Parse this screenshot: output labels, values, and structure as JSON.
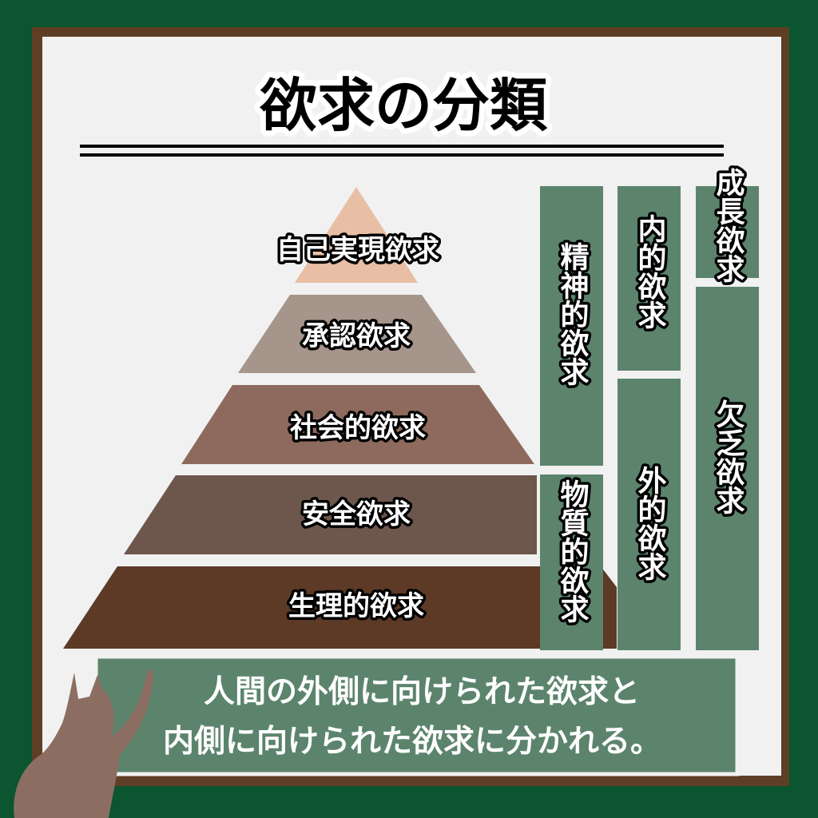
{
  "title": "欲求の分類",
  "pyramid": [
    {
      "label": "自己実現欲求",
      "color": "#e8bfa4"
    },
    {
      "label": "承認欲求",
      "color": "#a6958b"
    },
    {
      "label": "社会的欲求",
      "color": "#8d6a5d"
    },
    {
      "label": "安全欲求",
      "color": "#6d564c"
    },
    {
      "label": "生理的欲求",
      "color": "#5c3a26"
    }
  ],
  "columns": {
    "mental": "精神的欲求",
    "material": "物質的欲求",
    "internal": "内的欲求",
    "external": "外的欲求",
    "growth": "成長欲求",
    "deficiency": "欠乏欲求"
  },
  "caption": {
    "line1": "人間の外側に向けられた欲求と",
    "line2": "内側に向けられた欲求に分かれる。"
  },
  "colors": {
    "background": "#0b5530",
    "frame": "#5f3e26",
    "board": "#f1f1f1",
    "column": "#5c846d",
    "cat": "#8b6e61"
  },
  "icons": [
    "cat-silhouette"
  ]
}
